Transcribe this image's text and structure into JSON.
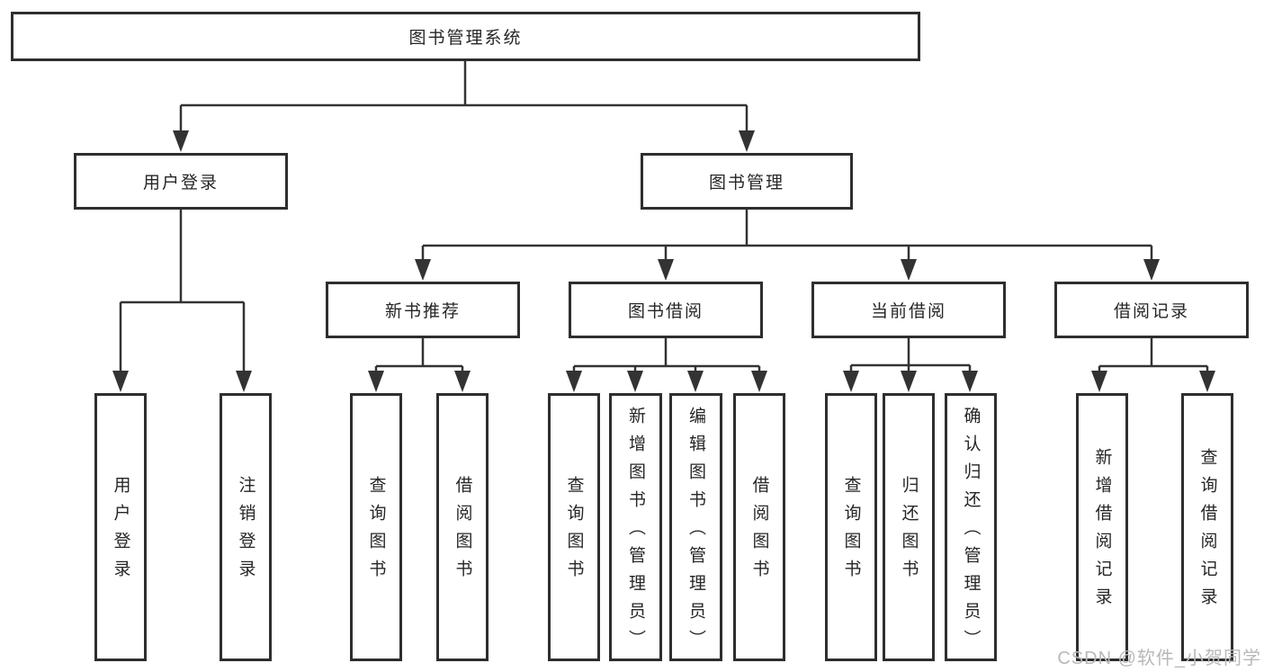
{
  "diagram": {
    "title": "图书管理系统",
    "nodes": {
      "root": "图书管理系统",
      "login": "用户登录",
      "manage": "图书管理",
      "login_user": "用户登录",
      "login_logout": "注销登录",
      "rec": "新书推荐",
      "rec_query": "查询图书",
      "rec_borrow": "借阅图书",
      "borrow": "图书借阅",
      "borrow_query": "查询图书",
      "borrow_add": "新增图书（管理员）",
      "borrow_edit": "编辑图书（管理员）",
      "borrow_lend": "借阅图书",
      "current": "当前借阅",
      "current_query": "查询图书",
      "current_return": "归还图书",
      "current_confirm": "确认归还（管理员）",
      "record": "借阅记录",
      "record_add": "新增借阅记录",
      "record_query": "查询借阅记录"
    },
    "hierarchy": {
      "图书管理系统": {
        "用户登录": [
          "用户登录",
          "注销登录"
        ],
        "图书管理": {
          "新书推荐": [
            "查询图书",
            "借阅图书"
          ],
          "图书借阅": [
            "查询图书",
            "新增图书（管理员）",
            "编辑图书（管理员）",
            "借阅图书"
          ],
          "当前借阅": [
            "查询图书",
            "归还图书",
            "确认归还（管理员）"
          ],
          "借阅记录": [
            "新增借阅记录",
            "查询借阅记录"
          ]
        }
      }
    },
    "colors": {
      "line": "#333333",
      "box_border": "#2e2e2e",
      "box_fill": "#ffffff",
      "text": "#262626",
      "watermark": "#b8b8b8"
    }
  },
  "watermark": {
    "text": "CSDN @软件_小贺同学"
  }
}
